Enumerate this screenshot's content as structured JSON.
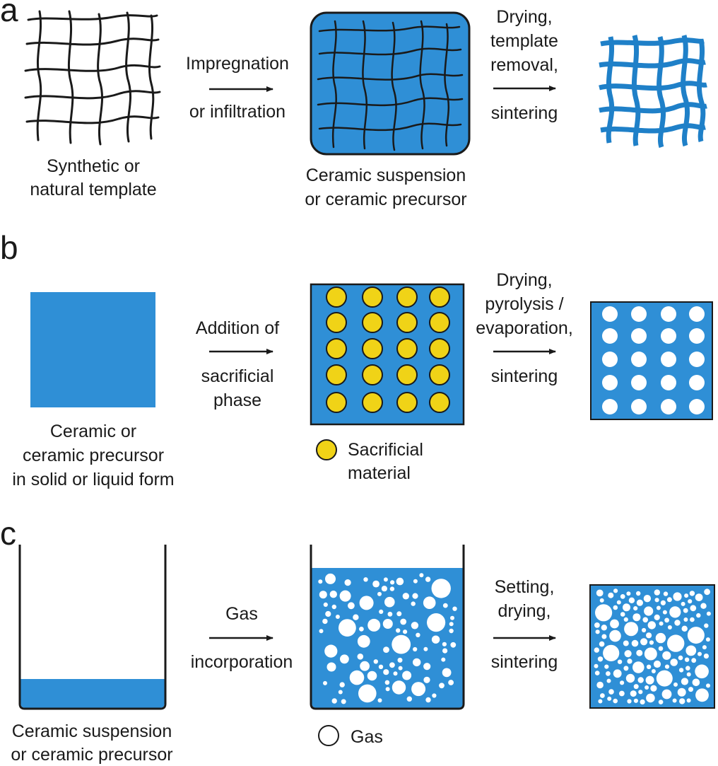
{
  "colors": {
    "ceramic": "#2f8fd6",
    "ceramic_dark": "#1a6fb3",
    "sacrificial": "#f0d317",
    "ink": "#1a1a1a",
    "pore": "#ffffff"
  },
  "panel_a": {
    "letter": "a",
    "template_caption": [
      "Synthetic or",
      "natural template"
    ],
    "step1": [
      "Impregnation",
      "or infiltration"
    ],
    "suspension_caption": [
      "Ceramic suspension",
      "or ceramic precursor"
    ],
    "step2": [
      "Drying,",
      "template",
      "removal,",
      "sintering"
    ]
  },
  "panel_b": {
    "letter": "b",
    "ceramic_caption": [
      "Ceramic or",
      "ceramic precursor",
      "in solid or liquid form"
    ],
    "step1": [
      "Addition of",
      "sacrificial",
      "phase"
    ],
    "legend": [
      "Sacrificial",
      "material"
    ],
    "step2": [
      "Drying,",
      "pyrolysis /",
      "evaporation,",
      "sintering"
    ]
  },
  "panel_c": {
    "letter": "c",
    "beaker_caption": [
      "Ceramic suspension",
      "or ceramic precursor"
    ],
    "step1": [
      "Gas",
      "incorporation"
    ],
    "legend": "Gas",
    "step2": [
      "Setting,",
      "drying,",
      "sintering"
    ]
  }
}
